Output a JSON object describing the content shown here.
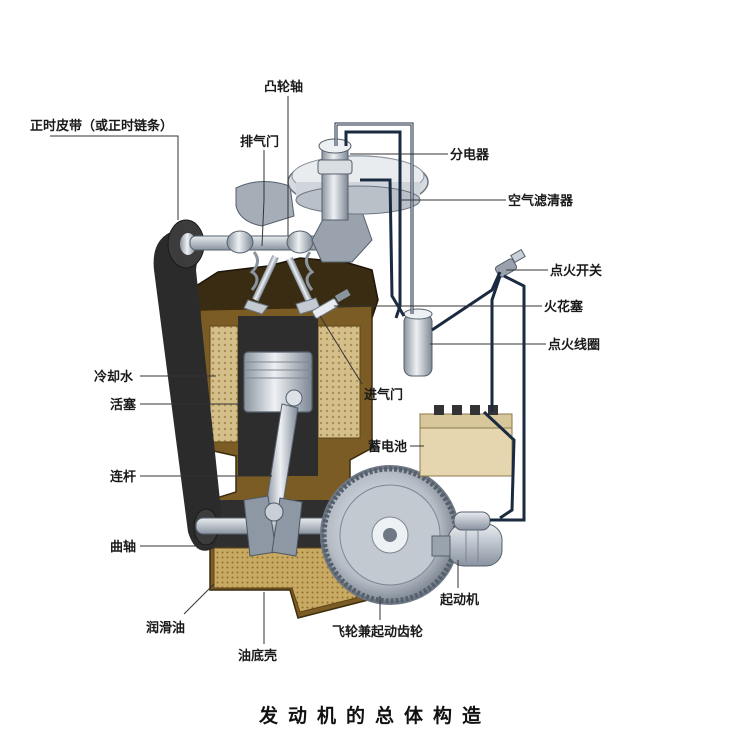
{
  "labels": {
    "camshaft": "凸轮轴",
    "timing_belt": "正时皮带（或正时链条）",
    "exhaust_valve": "排气门",
    "distributor": "分电器",
    "air_filter": "空气滤清器",
    "ignition_switch": "点火开关",
    "spark_plug": "火花塞",
    "ignition_coil": "点火线圈",
    "coolant": "冷却水",
    "piston": "活塞",
    "intake_valve": "进气门",
    "battery": "蓄电池",
    "connecting_rod": "连杆",
    "crankshaft": "曲轴",
    "starter_motor": "起动机",
    "lubricating_oil": "润滑油",
    "flywheel": "飞轮兼起动齿轮",
    "oil_pan": "油底壳"
  },
  "caption": "发动机的总体构造",
  "colors": {
    "engine_block": "#8a6a2e",
    "engine_block_dark": "#5e4518",
    "cooling_jacket": "#c8b078",
    "metal": "#c9cfd6",
    "metal_dark": "#7d8794",
    "belt": "#2b2b2b",
    "wire": "#1a2a40",
    "chamber": "#2a2a2a"
  }
}
